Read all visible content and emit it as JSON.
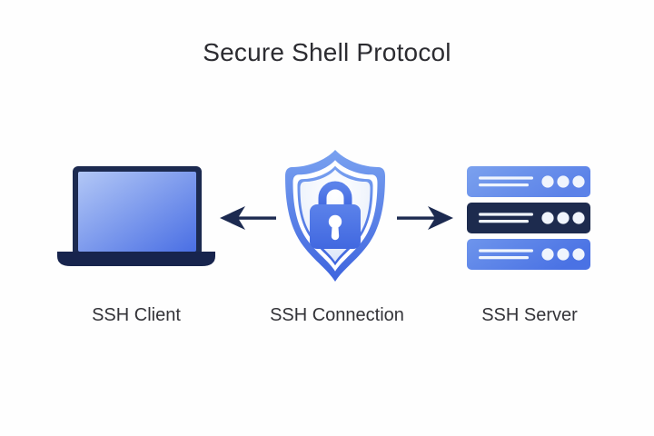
{
  "title": "Secure Shell Protocol",
  "diagram": {
    "nodes": [
      {
        "id": "client",
        "label": "SSH Client",
        "icon": "laptop-icon"
      },
      {
        "id": "connection",
        "label": "SSH Connection",
        "icon": "shield-lock-icon"
      },
      {
        "id": "server",
        "label": "SSH Server",
        "icon": "server-rack-icon"
      }
    ],
    "arrows": [
      {
        "icon": "arrow-left-icon",
        "direction": "left",
        "from": "connection",
        "to": "client"
      },
      {
        "icon": "arrow-right-icon",
        "direction": "right",
        "from": "connection",
        "to": "server"
      }
    ]
  },
  "colors": {
    "background": "#fefefe",
    "title_text": "#2c2c31",
    "label_text": "#333338",
    "navy": "#1c2a50",
    "blue_primary": "#4a72e4",
    "shield_band_top": "#79a1f0",
    "shield_band_bottom": "#3e64de",
    "shield_inner_light": "#ffffff",
    "shield_inner_edge": "#c9d9f6",
    "screen_gradient_start": "#b2c7f6",
    "screen_gradient_end": "#4a6fe4",
    "server_row_light_start": "#7ba1ee",
    "server_row_light_end": "#517ae6",
    "server_row_dark": "#1d2b4e",
    "detail_white": "#f0f5fd"
  }
}
